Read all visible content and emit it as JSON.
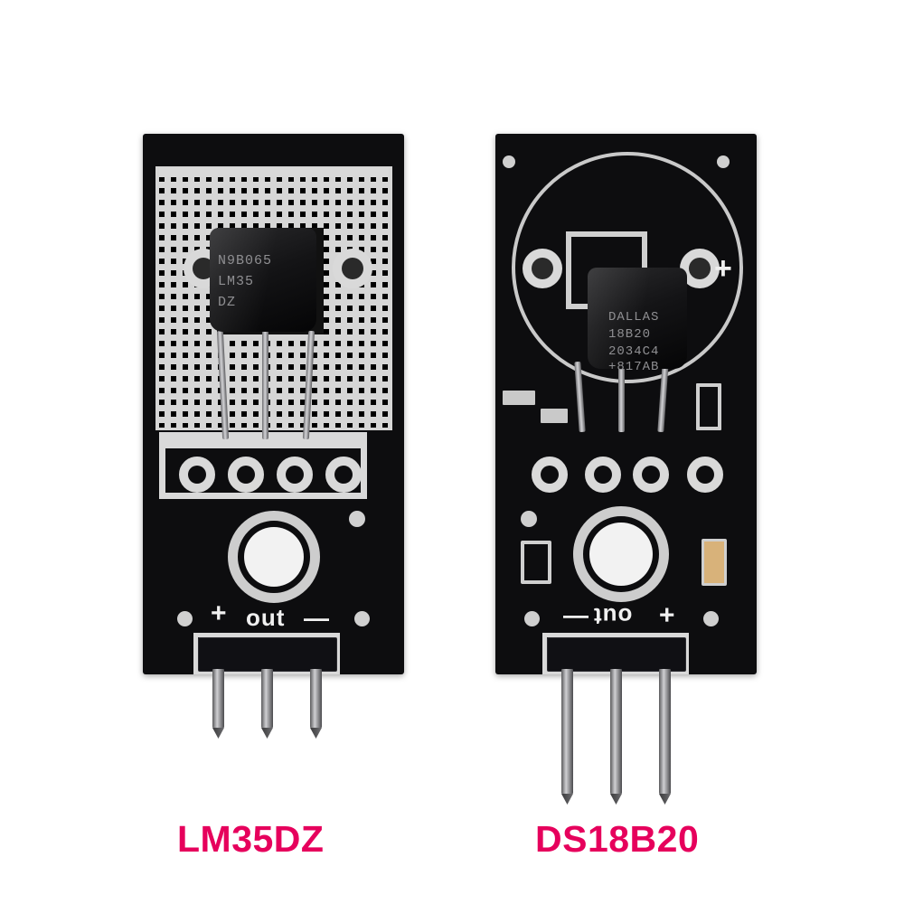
{
  "scene": {
    "title": "Temperature sensor module comparison photo",
    "background_color": "#ffffff",
    "item_count": 2
  },
  "modules": [
    {
      "id": "left",
      "caption": "LM35DZ",
      "caption_color": "#e6005c",
      "board_color": "#0d0d0f",
      "silkscreen_color": "#d9d9d9",
      "sensor_package": "TO-92",
      "sensor_markings": [
        "N9B065",
        "LM35",
        "DZ"
      ],
      "pin_labels": [
        "+",
        "out",
        "—"
      ],
      "header_pin_count": 3,
      "pad_count": 4,
      "mount_hole": true
    },
    {
      "id": "right",
      "caption": "DS18B20",
      "caption_color": "#e6005c",
      "board_color": "#0d0d0f",
      "silkscreen_color": "#d9d9d9",
      "sensor_package": "TO-92",
      "sensor_markings": [
        "DALLAS",
        "18B20",
        "2034C4",
        "+817AB"
      ],
      "pin_labels": [
        "—",
        "out",
        "+"
      ],
      "plus_marker": "+",
      "header_pin_count": 3,
      "pad_count": 4,
      "mount_hole": true
    }
  ]
}
